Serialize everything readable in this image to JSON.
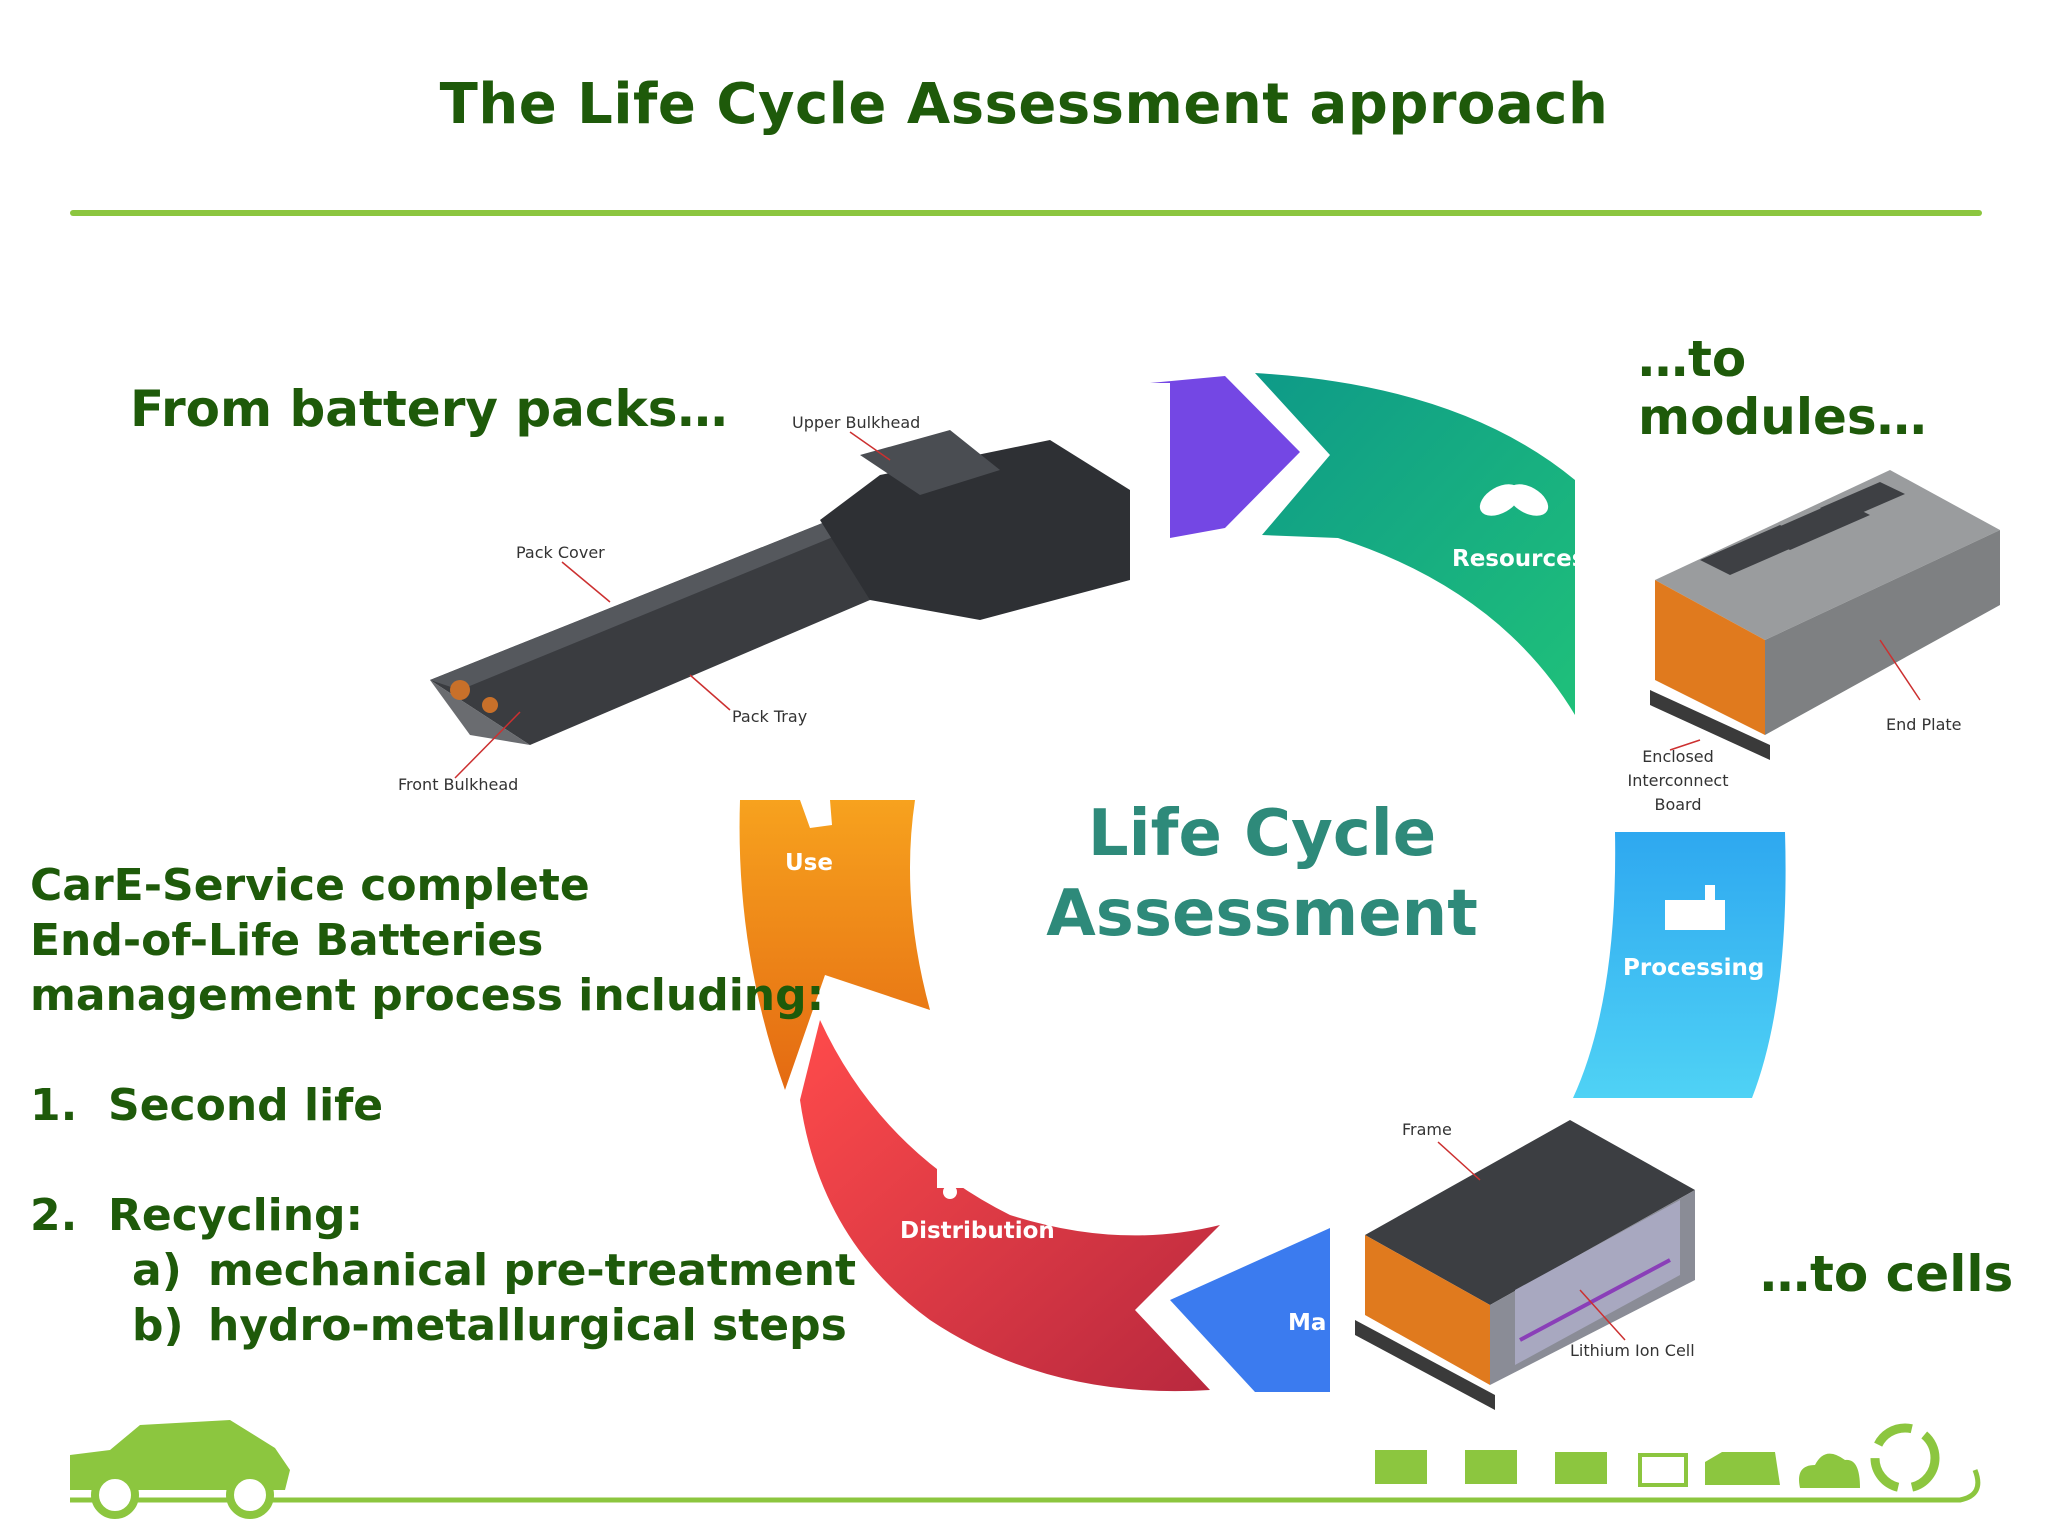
{
  "title": "The Life Cycle Assessment approach",
  "headings": {
    "packs": "From battery packs…",
    "modules": "…to modules…",
    "cells": "…to cells"
  },
  "description": {
    "line1": "CarE-Service complete",
    "line2": "End-of-Life Batteries",
    "line3": "management process including:",
    "items": [
      {
        "number": "1.",
        "label": "Second life"
      },
      {
        "number": "2.",
        "label": "Recycling:"
      }
    ],
    "subitems": [
      {
        "letter": "a)",
        "label": "mechanical pre-treatment"
      },
      {
        "letter": "b)",
        "label": "hydro-metallurgical steps"
      }
    ]
  },
  "cycle": {
    "center_line1": "Life Cycle",
    "center_line2": "Assessment",
    "segments": {
      "resources": "Resources",
      "processing": "Processing",
      "manufacturing_partial": "Ma",
      "distribution": "Distribution",
      "use": "Use"
    },
    "colors": {
      "purple": "#7b4be0",
      "green": "#12b58c",
      "blue_light": "#38b8f0",
      "blue": "#3d7ff0",
      "red": "#e03a45",
      "orange": "#f59a1a",
      "center_text": "#2e8a7a"
    }
  },
  "pack_labels": {
    "upper_bulkhead": "Upper Bulkhead",
    "pack_cover": "Pack Cover",
    "pack_tray": "Pack Tray",
    "front_bulkhead": "Front Bulkhead"
  },
  "module_labels": {
    "end_plate": "End Plate",
    "enclosed_1": "Enclosed",
    "enclosed_2": "Interconnect",
    "enclosed_3": "Board"
  },
  "cell_labels": {
    "frame": "Frame",
    "lithium_ion_cell": "Lithium Ion Cell"
  },
  "footer": {
    "accent": "#8cc63f",
    "icons": [
      "car-icon",
      "truck-check-icon",
      "truck-tools-icon",
      "process-icon",
      "battery-icon",
      "car-front-icon",
      "cloud-icon",
      "recycle-plug-icon"
    ]
  }
}
